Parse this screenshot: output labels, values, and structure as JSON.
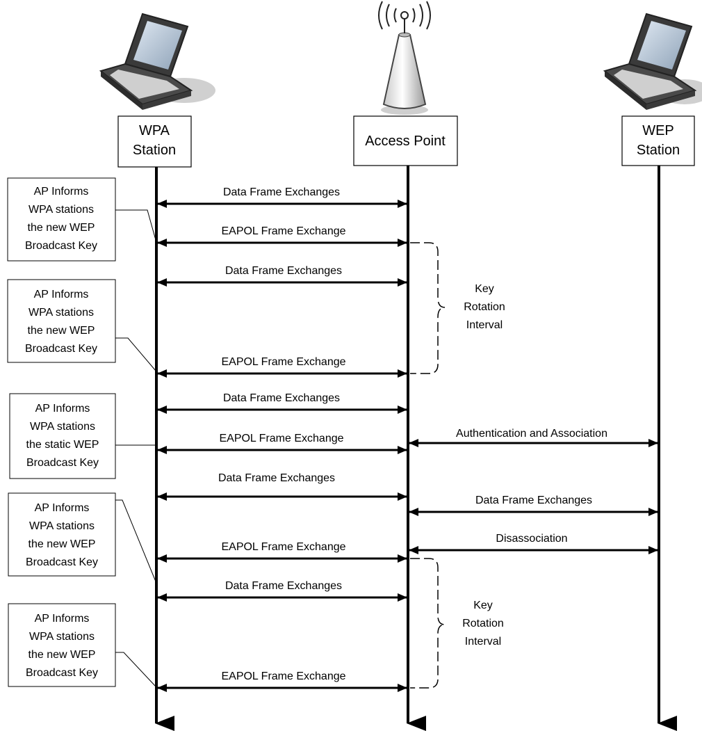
{
  "actors": {
    "wpa": {
      "line1": "WPA",
      "line2": "Station",
      "icon": "laptop-icon"
    },
    "ap": {
      "line1": "Access Point",
      "icon": "access-point-icon"
    },
    "wep": {
      "line1": "WEP",
      "line2": "Station",
      "icon": "laptop-icon"
    }
  },
  "messages": {
    "m1": "Data Frame Exchanges",
    "m2": "EAPOL Frame Exchange",
    "m3": "Data Frame Exchanges",
    "m4": "EAPOL Frame Exchange",
    "m5": "Data Frame Exchanges",
    "m6": "EAPOL Frame Exchange",
    "m7": "Data Frame Exchanges",
    "m8": "EAPOL Frame Exchange",
    "m9": "Data Frame Exchanges",
    "m10": "EAPOL Frame Exchange",
    "w1": "Authentication and Association",
    "w2": "Data Frame Exchanges",
    "w3": "Disassociation"
  },
  "notes": [
    {
      "lines": [
        "AP Informs",
        "WPA stations",
        "the new WEP",
        "Broadcast Key"
      ]
    },
    {
      "lines": [
        "AP Informs",
        "WPA stations",
        "the new WEP",
        "Broadcast Key"
      ]
    },
    {
      "lines": [
        "AP Informs",
        "WPA stations",
        "the static WEP",
        "Broadcast Key"
      ]
    },
    {
      "lines": [
        "AP Informs",
        "WPA stations",
        "the new WEP",
        "Broadcast Key"
      ]
    },
    {
      "lines": [
        "AP Informs",
        "WPA stations",
        "the new WEP",
        "Broadcast Key"
      ]
    }
  ],
  "intervals": [
    {
      "lines": [
        "Key",
        "Rotation",
        "Interval"
      ]
    },
    {
      "lines": [
        "Key",
        "Rotation",
        "Interval"
      ]
    }
  ]
}
